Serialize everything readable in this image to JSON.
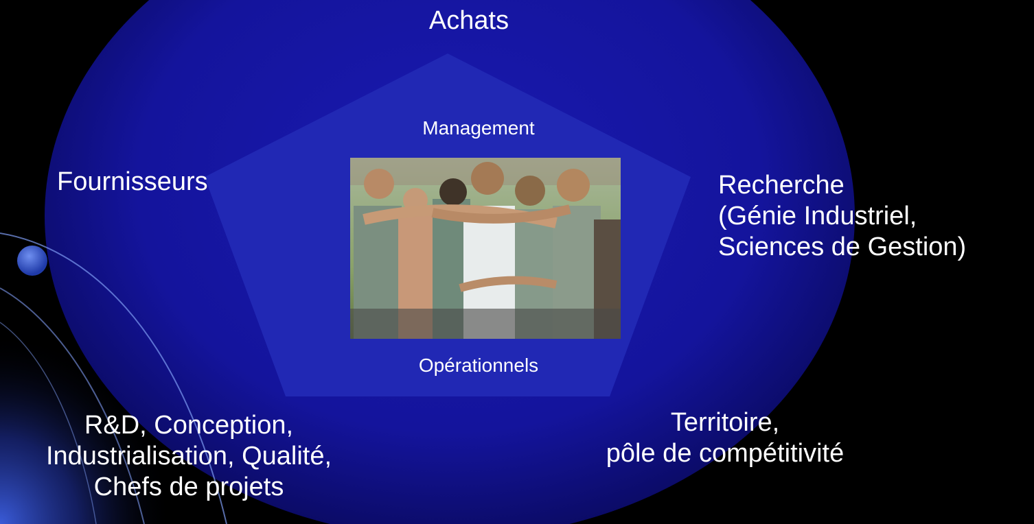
{
  "diagram": {
    "top_label": "Achats",
    "inner_top_label": "Management",
    "inner_bottom_label": "Opérationnels",
    "left_label": "Fournisseurs",
    "right_label_lines": [
      "Recherche",
      "(Génie Industriel,",
      "Sciences de Gestion)"
    ],
    "bottom_left_label_lines": [
      "R&D, Conception,",
      "Industrialisation, Qualité,",
      "Chefs de projets"
    ],
    "bottom_right_label_lines": [
      "Territoire,",
      "pôle de compétitivité"
    ]
  },
  "photo": {
    "subject": "team-huddle-photo"
  },
  "colors": {
    "background": "#000000",
    "ellipse": "#1616a4",
    "ellipse_edge": "#00003a",
    "pentagon": "#232ab8",
    "text": "#ffffff"
  }
}
